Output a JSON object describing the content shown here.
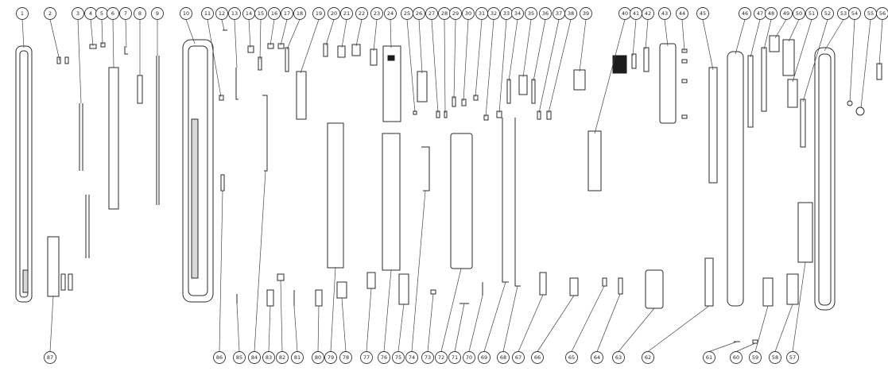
{
  "top_callouts": [
    "1",
    "2",
    "3",
    "4",
    "5",
    "6",
    "7",
    "8",
    "9",
    "10",
    "11",
    "12",
    "13",
    "14",
    "15",
    "16",
    "17",
    "18",
    "19",
    "20",
    "21",
    "22",
    "23",
    "24",
    "25",
    "26",
    "27",
    "28",
    "29",
    "30",
    "31",
    "32",
    "33",
    "34",
    "35",
    "36",
    "37",
    "38",
    "39",
    "40",
    "41",
    "42",
    "43",
    "44",
    "45",
    "46",
    "47",
    "48",
    "49",
    "50",
    "51",
    "52",
    "53",
    "54",
    "55",
    "56"
  ],
  "bottom_callouts": [
    "87",
    "86",
    "85",
    "84",
    "83",
    "82",
    "81",
    "80",
    "79",
    "78",
    "77",
    "76",
    "75",
    "74",
    "73",
    "72",
    "71",
    "70",
    "69",
    "68",
    "67",
    "66",
    "65",
    "64",
    "63",
    "62",
    "61",
    "60",
    "59",
    "58",
    "57"
  ]
}
